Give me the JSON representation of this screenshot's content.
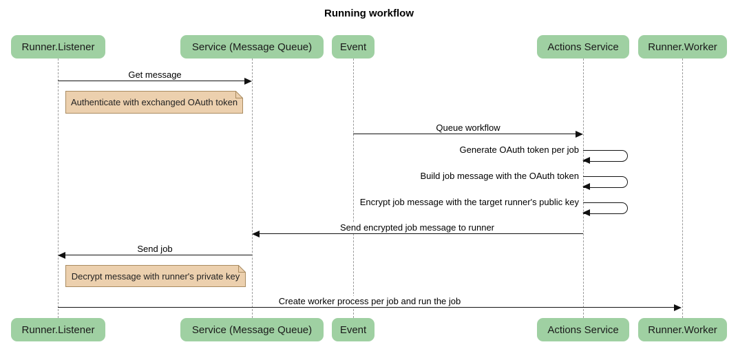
{
  "title": "Running workflow",
  "colors": {
    "actor_fill": "#9fd0a2",
    "actor_text": "#1a1a1a",
    "note_fill": "#ecd0ae",
    "note_border": "#a98b60",
    "lifeline": "#999999",
    "arrow": "#111111",
    "bg": "#ffffff"
  },
  "actors": [
    {
      "label": "Runner.Listener"
    },
    {
      "label": "Service (Message Queue)"
    },
    {
      "label": "Event"
    },
    {
      "label": "Actions Service"
    },
    {
      "label": "Runner.Worker"
    }
  ],
  "messages": [
    {
      "text": "Get message",
      "from": "Runner.Listener",
      "to": "Service (Message Queue)",
      "type": "arrow-right"
    },
    {
      "text": "Queue workflow",
      "from": "Event",
      "to": "Actions Service",
      "type": "arrow-right"
    },
    {
      "text": "Generate OAuth token per job",
      "from": "Actions Service",
      "to": "Actions Service",
      "type": "self"
    },
    {
      "text": "Build job message with the OAuth token",
      "from": "Actions Service",
      "to": "Actions Service",
      "type": "self"
    },
    {
      "text": "Encrypt job message with the target runner's public key",
      "from": "Actions Service",
      "to": "Actions Service",
      "type": "self"
    },
    {
      "text": "Send encrypted job message to runner",
      "from": "Actions Service",
      "to": "Service (Message Queue)",
      "type": "arrow-left"
    },
    {
      "text": "Send job",
      "from": "Service (Message Queue)",
      "to": "Runner.Listener",
      "type": "arrow-left"
    },
    {
      "text": "Create worker process per job and run the job",
      "from": "Runner.Listener",
      "to": "Runner.Worker",
      "type": "arrow-right"
    }
  ],
  "notes": [
    {
      "text": "Authenticate with exchanged OAuth token",
      "over": "Runner.Listener"
    },
    {
      "text": "Decrypt message with runner's private key",
      "over": "Runner.Listener"
    }
  ]
}
